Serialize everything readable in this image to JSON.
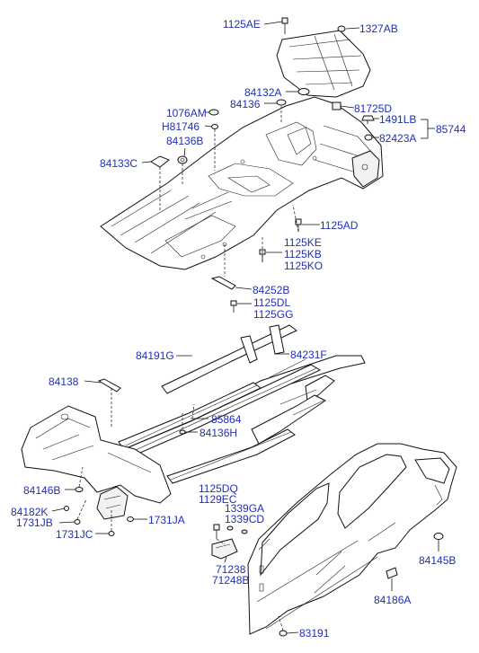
{
  "labels": {
    "p1125AE": "1125AE",
    "p1327AB": "1327AB",
    "p84132A": "84132A",
    "p84136": "84136",
    "p81725D": "81725D",
    "p1076AM": "1076AM",
    "pH81746": "H81746",
    "p84136B": "84136B",
    "p1491LB": "1491LB",
    "p85744": "85744",
    "p82423A": "82423A",
    "p84133C": "84133C",
    "p1125AD": "1125AD",
    "p1125KE": "1125KE",
    "p1125KB": "1125KB",
    "p1125KO": "1125KO",
    "p84252B": "84252B",
    "p1125DL": "1125DL",
    "p1125GG": "1125GG",
    "p84191G": "84191G",
    "p84231F": "84231F",
    "p84138": "84138",
    "p85864": "85864",
    "p84136H": "84136H",
    "p84146B": "84146B",
    "p84182K": "84182K",
    "p1731JB": "1731JB",
    "p1731JA": "1731JA",
    "p1731JC": "1731JC",
    "p1125DQ": "1125DQ",
    "p1129EC": "1129EC",
    "p1339GA": "1339GA",
    "p1339CD": "1339CD",
    "p71238": "71238",
    "p71248B": "71248B",
    "p84145B": "84145B",
    "p84186A": "84186A",
    "p83191": "83191"
  },
  "colors": {
    "label": "#1f2fb8",
    "line": "#111111",
    "background": "#ffffff"
  }
}
